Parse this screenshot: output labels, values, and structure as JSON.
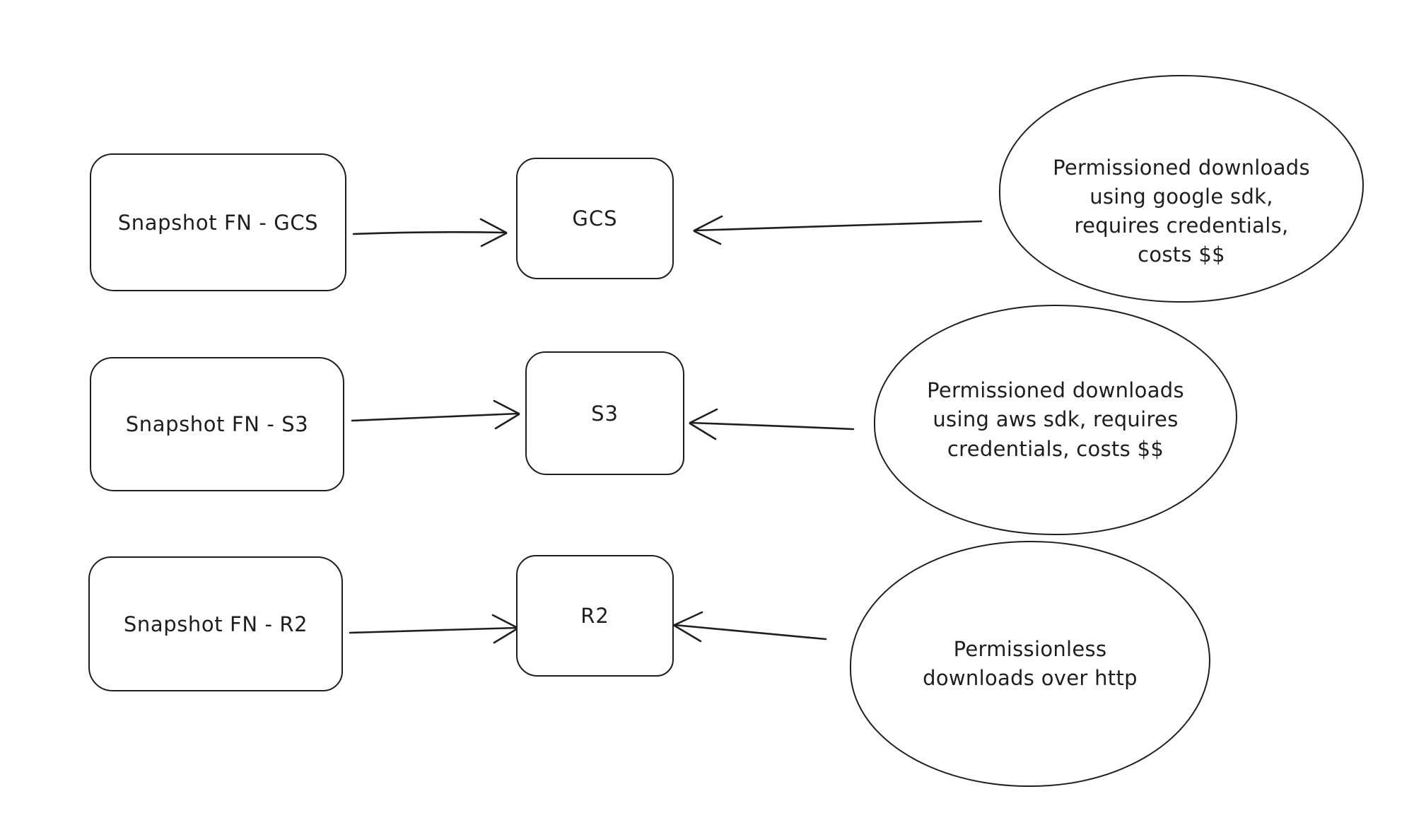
{
  "diagram": {
    "background": "#ffffff",
    "ink": "#1e1e1e",
    "rows": [
      {
        "id": "gcs",
        "source": "Snapshot FN - GCS",
        "target": "GCS",
        "note_lines": [
          "Permissioned downloads",
          "using google sdk,",
          "requires credentials,",
          "costs $$"
        ]
      },
      {
        "id": "s3",
        "source": "Snapshot FN - S3",
        "target": "S3",
        "note_lines": [
          "Permissioned downloads",
          "using aws sdk, requires",
          "credentials, costs $$"
        ]
      },
      {
        "id": "r2",
        "source": "Snapshot FN - R2",
        "target": "R2",
        "note_lines": [
          "Permissionless",
          "downloads over http"
        ]
      }
    ]
  }
}
